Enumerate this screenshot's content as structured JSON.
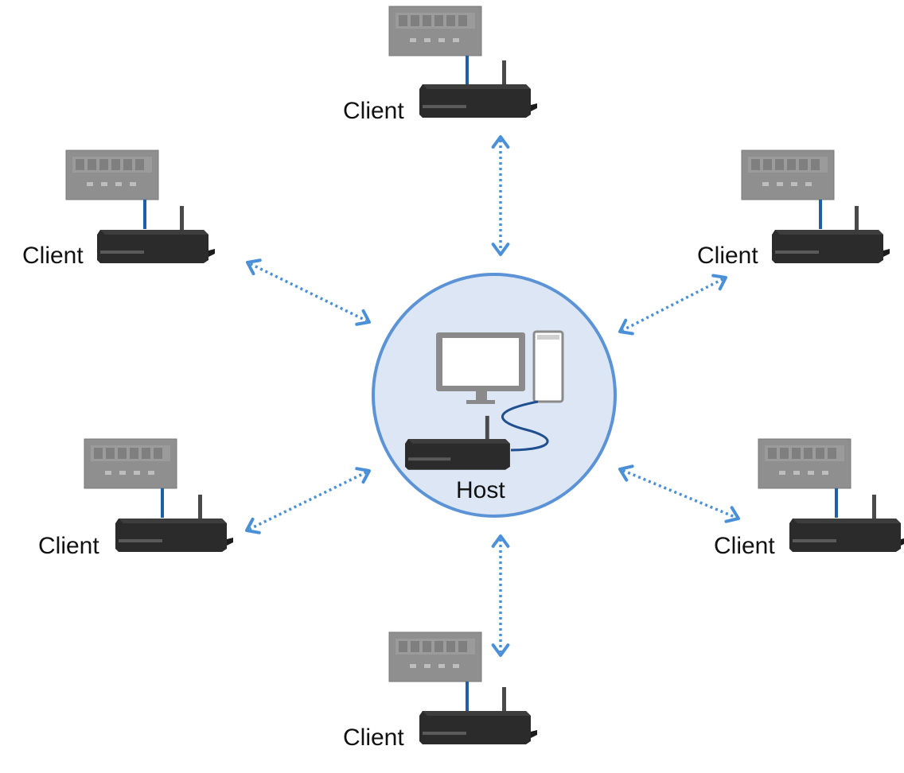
{
  "diagram": {
    "host": {
      "label": "Host"
    },
    "clients": [
      {
        "label": "Client"
      },
      {
        "label": "Client"
      },
      {
        "label": "Client"
      },
      {
        "label": "Client"
      },
      {
        "label": "Client"
      },
      {
        "label": "Client"
      }
    ]
  },
  "colors": {
    "link": "#4a90d9",
    "circle_fill": "#dde6f4",
    "circle_stroke": "#5b93d6",
    "panel_meter": "#8e8e8e",
    "router": "#2a2a2a",
    "cable": "#1f5fa8"
  },
  "icons": [
    "panel-meter-icon",
    "router-icon",
    "monitor-icon",
    "pc-tower-icon",
    "bidirectional-arrow"
  ]
}
